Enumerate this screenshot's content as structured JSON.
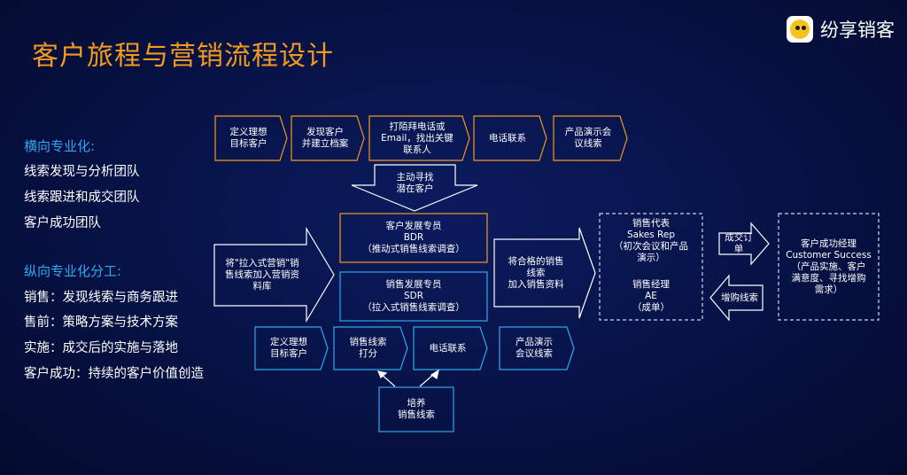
{
  "slide": {
    "title": "客户旅程与营销流程设计",
    "brand": {
      "name": "纷享销客",
      "logo_icon": "smiley-face-logo"
    }
  },
  "left_panel": {
    "horizontal": {
      "heading": "横向专业化:",
      "items": [
        "线索发现与分析团队",
        "线索跟进和成交团队",
        "客户成功团队"
      ]
    },
    "vertical": {
      "heading": "纵向专业化分工:",
      "items": [
        "销售：发现线索与商务跟进",
        "售前：策略方案与技术方案",
        "实施：成交后的实施与落地",
        "客户成功：持续的客户价值创造"
      ]
    }
  },
  "diagram": {
    "top_flow": [
      "定义理想\n目标客户",
      "发现客户\n并建立档案",
      "打陌拜电话或\nEmail，找出关键\n联系人",
      "电话联系",
      "产品演示会\n议线索"
    ],
    "down_arrow": "主动寻找\n潜在客户",
    "left_big_arrow": "将\"拉入式营销\"销\n售线索加入营销资\n料库",
    "bdr_box": "客户发展专员\nBDR\n（推动式销售线索调查）",
    "sdr_box": "销售发展专员\nSDR\n（拉入式销售线索调查）",
    "middle_arrow": "将合格的销售\n线索\n加入销售资料",
    "sales_box": {
      "rep": "销售代表\nSakes Rep\n（初次会议和产品\n演示）",
      "ae": "销售经理\nAE\n（成单）"
    },
    "deal_arrow": "成交订\n单",
    "upsell_arrow": "增购线索",
    "cs_box": "客户成功经理\nCustomer Success\n（产品实施、客户\n满意度、寻找增购\n需求）",
    "bottom_flow": [
      "定义理想\n目标客户",
      "销售线索\n打分",
      "电话联系",
      "产品演示\n会议线索"
    ],
    "nurture_box": "培养\n销售线索",
    "colors": {
      "top_flow_border": "#f39a1e",
      "bdr_border": "#f39a1e",
      "bottom_flow_border": "#2fa8f0",
      "sdr_border": "#2fa8f0",
      "dashed_border": "#cfd6e8",
      "arrow_outline": "#ffffff",
      "title": "#f39a1e",
      "heading": "#2fa8f0"
    }
  }
}
